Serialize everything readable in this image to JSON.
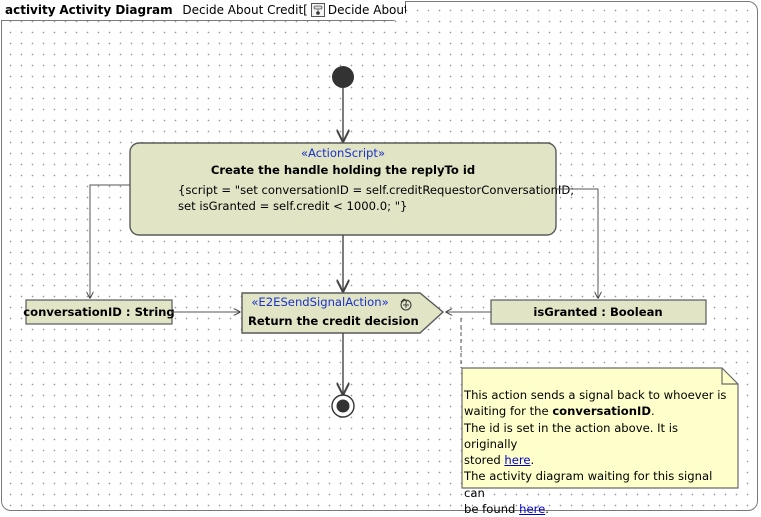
{
  "frame": {
    "keyword": "activity",
    "name": "Activity Diagram",
    "context_name": "Decide About Credit",
    "context_ref": "Decide About Credit"
  },
  "action_script": {
    "stereotype": "«ActionScript»",
    "name": "Create the handle holding the replyTo id",
    "script_line1": "{script = \"set conversationID = self.creditRequestorConversationID;",
    "script_line2": "set isGranted = self.credit < 1000.0; \"}"
  },
  "send_signal": {
    "stereotype": "«E2ESendSignalAction»",
    "name": "Return the credit decision",
    "icon": "signal-icon"
  },
  "pin_left": {
    "label": "conversationID : String"
  },
  "pin_right": {
    "label": "isGranted : Boolean"
  },
  "note": {
    "line1": "This action sends a signal back to whoever is",
    "line2_pre": "waiting for the ",
    "line2_bold": "conversationID",
    "line2_post": ".",
    "line3": "The id is set in the action above. It is originally",
    "line4_pre": "stored ",
    "line4_link": "here",
    "line4_post": ".",
    "line5": "The activity diagram waiting for this signal can",
    "line6_pre": "be found ",
    "line6_link": "here",
    "line6_post": "."
  },
  "colors": {
    "node_fill": "#e2e4c6",
    "node_stroke": "#5a5a5a",
    "note_fill": "#ffffcc",
    "edge": "#444444",
    "link": "#0000cc"
  }
}
